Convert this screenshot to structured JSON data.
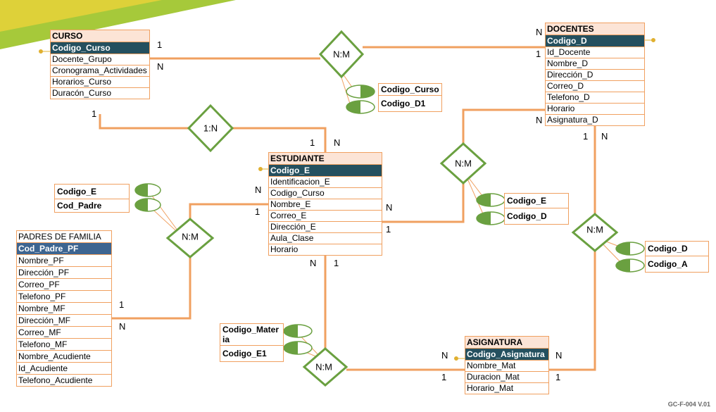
{
  "entities": {
    "curso": {
      "title": "CURSO",
      "pk": "Codigo_Curso",
      "fields": [
        "Docente_Grupo",
        "Cronograma_Actividades",
        "Horarios_Curso",
        "Duracón_Curso"
      ]
    },
    "docentes": {
      "title": "DOCENTES",
      "pk": "Codigo_D",
      "fields": [
        "Id_Docente",
        "Nombre_D",
        "Dirección_D",
        "Correo_D",
        "Telefono_D",
        "Horario",
        "Asignatura_D"
      ]
    },
    "estudiante": {
      "title": "ESTUDIANTE",
      "pk": "Codigo_E",
      "fields": [
        "Identificacion_E",
        "Codigo_Curso",
        "Nombre_E",
        "Correo_E",
        "Dirección_E",
        "Aula_Clase",
        "Horario"
      ]
    },
    "padres": {
      "title": "PADRES DE FAMILIA",
      "pk": "Cod_Padre_PF",
      "fields": [
        "Nombre_PF",
        "Dirección_PF",
        "Correo_PF",
        "Telefono_PF",
        "Nombre_MF",
        "Dirección_MF",
        "Correo_MF",
        "Telefono_MF",
        "Nombre_Acudiente",
        "Id_Acudiente",
        "Telefono_Acudiente"
      ]
    },
    "asignatura": {
      "title": "ASIGNATURA",
      "pk": "Codigo_Asignatura",
      "fields": [
        "Nombre_Mat",
        "Duracion_Mat",
        "Horario_Mat"
      ]
    }
  },
  "relationships": {
    "curso_docentes": "N:M",
    "curso_estudiante": "1:N",
    "estudiante_docentes": "N:M",
    "padres_estudiante": "N:M",
    "docentes_asignatura": "N:M",
    "estudiante_asignatura": "N:M"
  },
  "keyboxes": {
    "curso_docentes": [
      "Codigo_Curso",
      "Codigo_D1"
    ],
    "padres_estudiante": [
      "Codigo_E",
      "Cod_Padre"
    ],
    "estudiante_docentes": [
      "Codigo_E",
      "Codigo_D"
    ],
    "docentes_asignatura": [
      "Codigo_D",
      "Codigo_A"
    ],
    "estudiante_asignatura": [
      "Codigo_Materia",
      "Codigo_E1"
    ]
  },
  "cardinalities": {
    "c1": "1",
    "c2": "N",
    "c3": "N",
    "c4": "1",
    "c5": "1",
    "c6": "1",
    "c7": "N",
    "c8": "N",
    "c9": "N",
    "c10": "1",
    "c11": "N",
    "c12": "1",
    "c13": "1",
    "c14": "N",
    "c15": "1",
    "c16": "N",
    "c17": "N",
    "c18": "1",
    "c19": "N",
    "c20": "1",
    "c21": "1",
    "c22": "N"
  },
  "footer": "GC-F-004 V.01",
  "colors": {
    "line": "#f0a060",
    "diamond": "#6aa040",
    "pk_bg": "#24505f",
    "pk_bg_blue": "#3d6591",
    "title_bg": "#fce4d6"
  }
}
